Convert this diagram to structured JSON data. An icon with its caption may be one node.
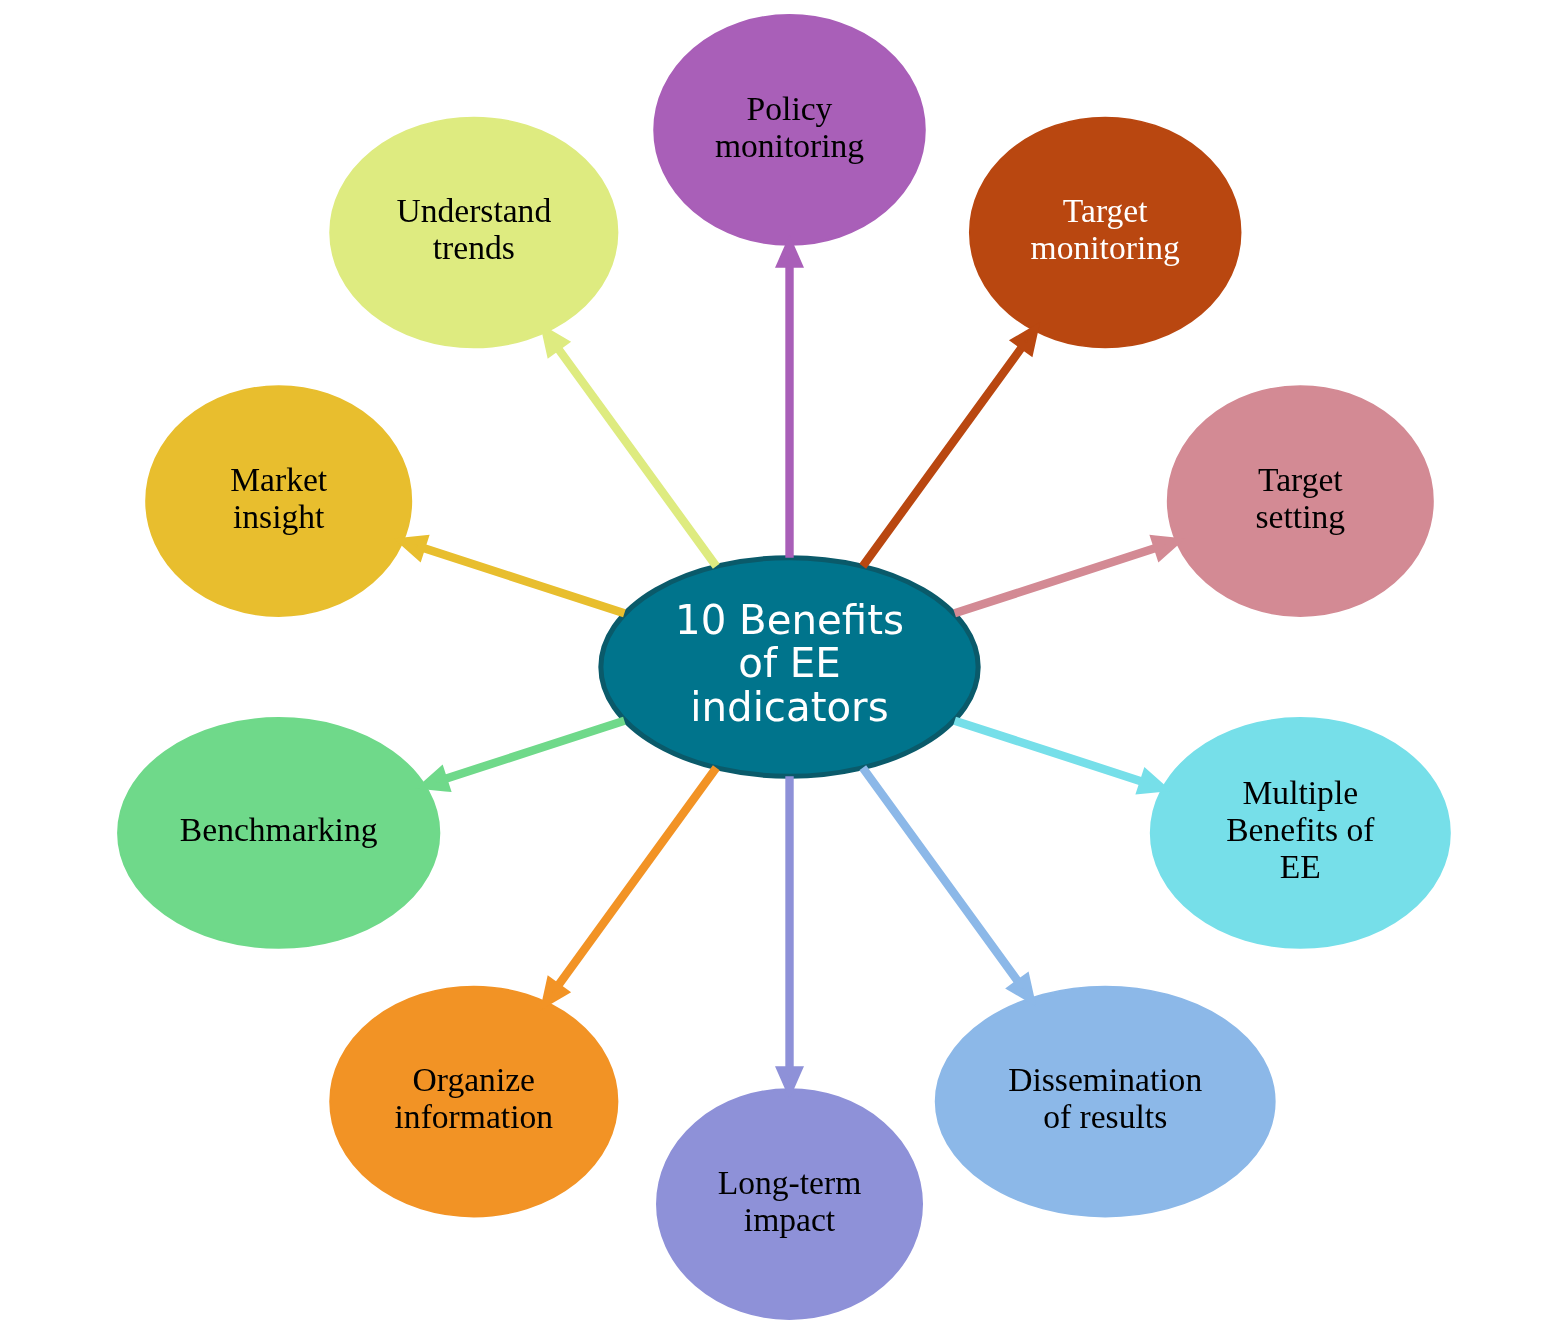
{
  "diagram": {
    "nodes": [
      {
        "text": [
          "10 Benefits of EE indicators"
        ]
      },
      {
        "text": [
          "Target setting"
        ]
      },
      {
        "text": [
          "Target monitoring"
        ]
      },
      {
        "text": [
          "Policy monitoring"
        ]
      },
      {
        "text": [
          "Understand trends"
        ]
      },
      {
        "text": [
          "Market insight"
        ]
      },
      {
        "text": [
          "Benchmarking"
        ]
      },
      {
        "text": [
          "Organize information"
        ]
      },
      {
        "text": [
          "Long-term impact"
        ]
      },
      {
        "text": [
          "Dissemination of results"
        ]
      },
      {
        "text": [
          "Multiple Benefits of EE"
        ]
      }
    ],
    "edges": [
      {
        "from": 0,
        "to": 1,
        "arrow": "to",
        "color": "#d38a94"
      },
      {
        "from": 0,
        "to": 2,
        "arrow": "to",
        "color": "#b94710"
      },
      {
        "from": 0,
        "to": 3,
        "arrow": "to",
        "color": "#a95fb8"
      },
      {
        "from": 0,
        "to": 4,
        "arrow": "to",
        "color": "#deeb80"
      },
      {
        "from": 0,
        "to": 5,
        "arrow": "to",
        "color": "#e8be2e"
      },
      {
        "from": 0,
        "to": 6,
        "arrow": "to",
        "color": "#6fd98a"
      },
      {
        "from": 0,
        "to": 7,
        "arrow": "to",
        "color": "#f29325"
      },
      {
        "from": 0,
        "to": 8,
        "arrow": "to",
        "color": "#8e91d8"
      },
      {
        "from": 0,
        "to": 9,
        "arrow": "to",
        "color": "#8cb8e8"
      },
      {
        "from": 0,
        "to": 10,
        "arrow": "to",
        "color": "#76dfe9"
      }
    ]
  }
}
